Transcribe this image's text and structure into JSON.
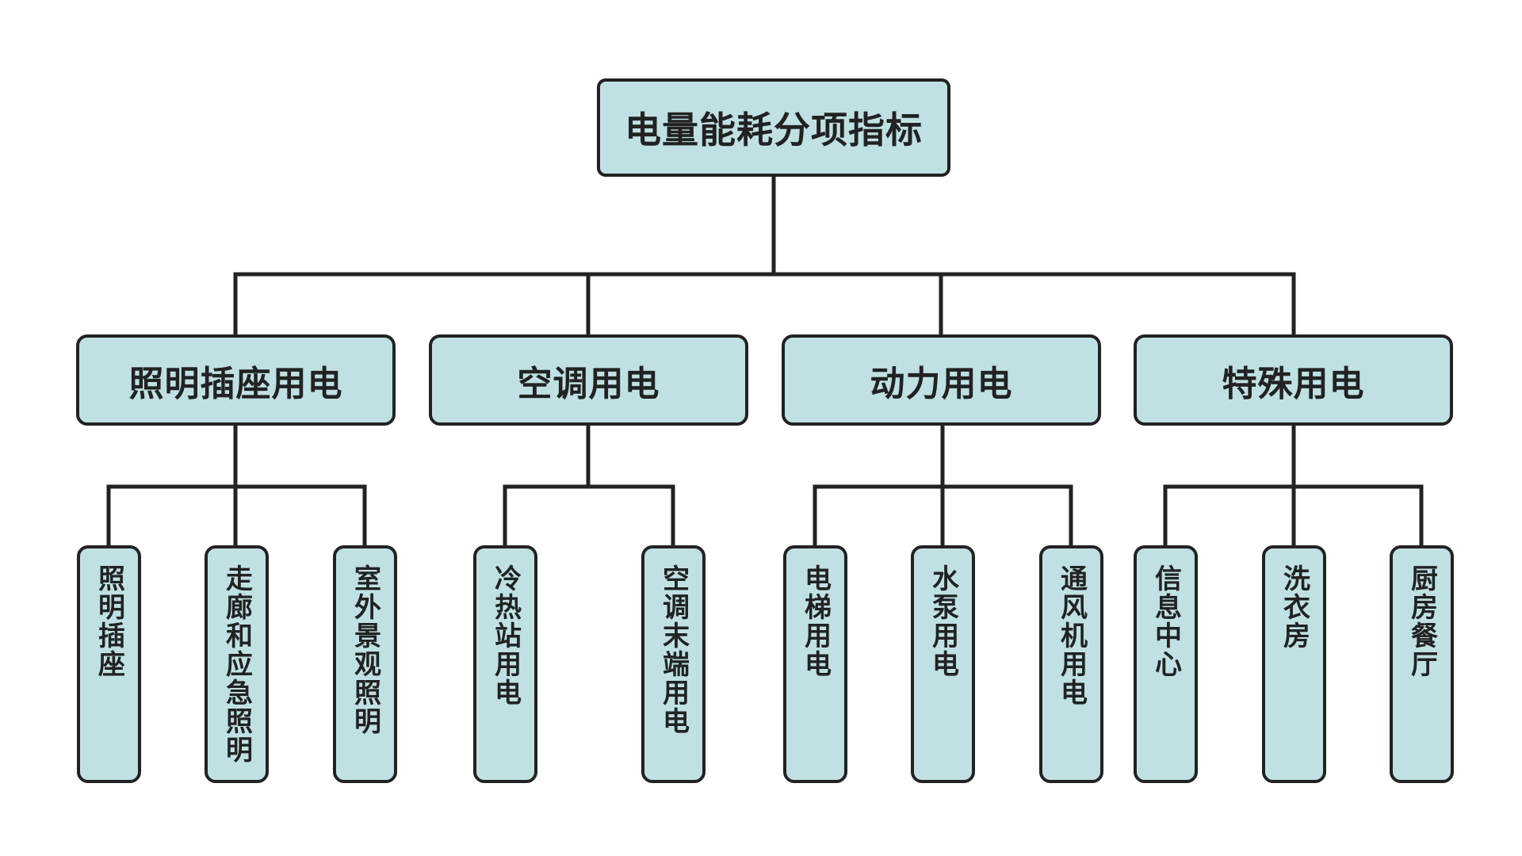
{
  "diagram": {
    "root": {
      "label": "电量能耗分项指标"
    },
    "categories": [
      {
        "label": "照明插座用电",
        "children": [
          "照明插座",
          "走廊和应急照明",
          "室外景观照明"
        ]
      },
      {
        "label": "空调用电",
        "children": [
          "冷热站用电",
          "空调末端用电"
        ]
      },
      {
        "label": "动力用电",
        "children": [
          "电梯用电",
          "水泵用电",
          "通风机用电"
        ]
      },
      {
        "label": "特殊用电",
        "children": [
          "信息中心",
          "洗衣房",
          "厨房餐厅"
        ]
      }
    ]
  },
  "colors": {
    "node_fill": "#bfe1e3",
    "stroke": "#222222",
    "background": "#ffffff"
  }
}
